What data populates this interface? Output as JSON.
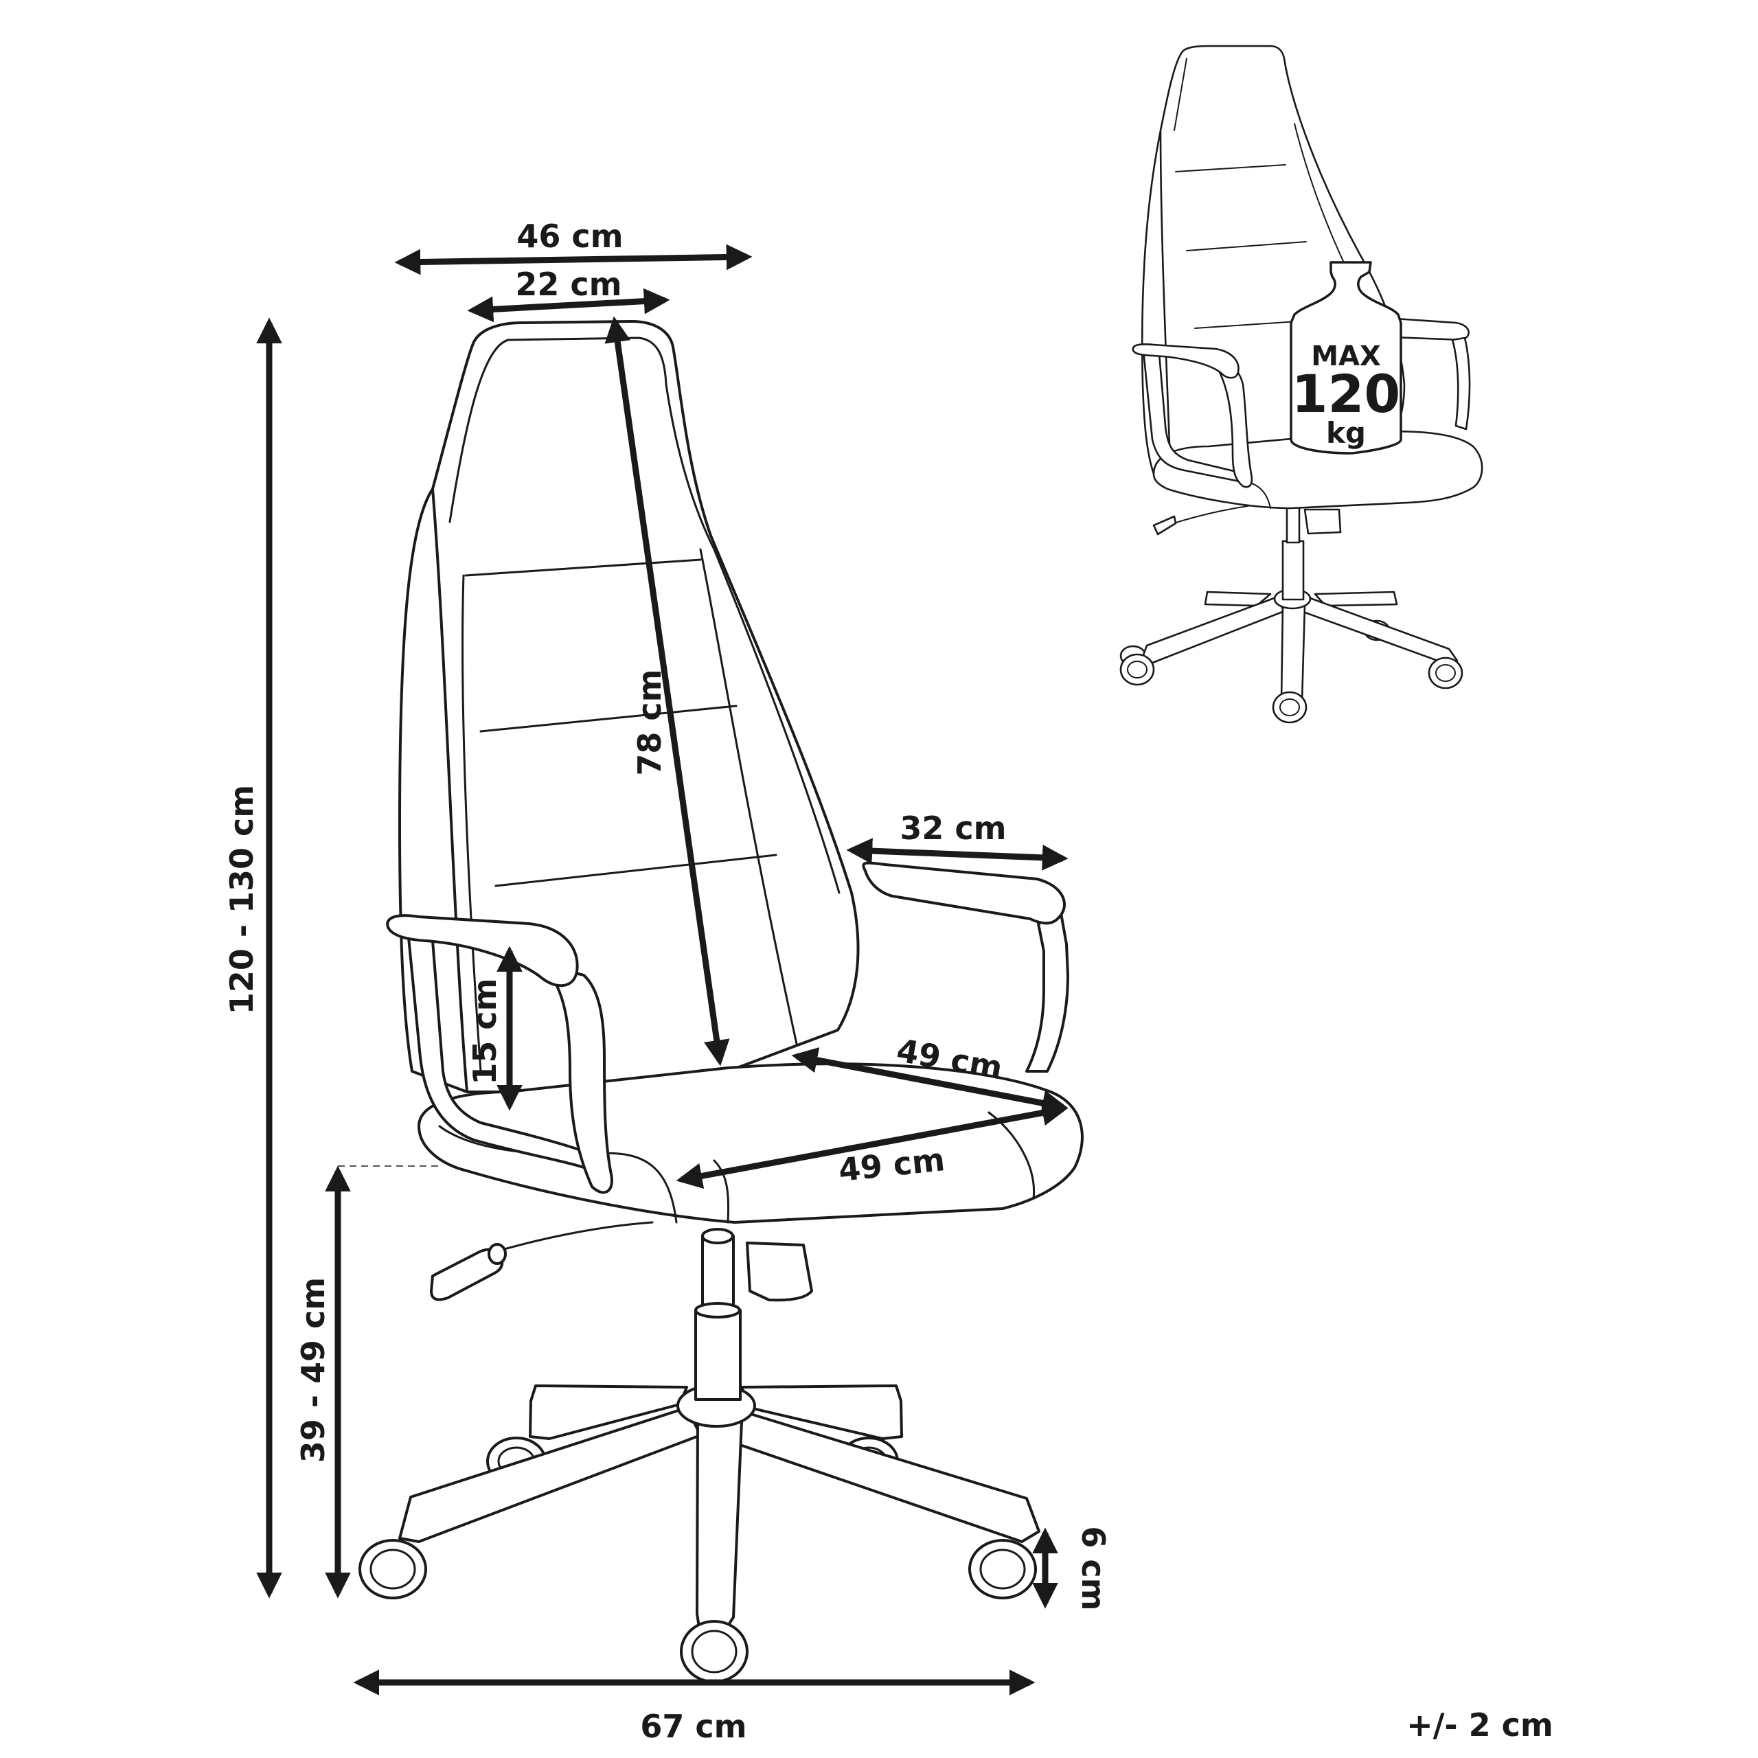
{
  "dimensions": {
    "overall_height": "120 - 130 cm",
    "back_width": "46 cm",
    "headrest_width": "22 cm",
    "backrest_height": "78 cm",
    "armrest_length": "32 cm",
    "armrest_height": "15 cm",
    "seat_depth": "49 cm",
    "seat_width": "49 cm",
    "seat_height": "39 - 49 cm",
    "caster_height": "6 cm",
    "base_width": "67 cm"
  },
  "weight_badge": {
    "line1": "MAX",
    "line2": "120",
    "line3": "kg"
  },
  "tolerance": "+/- 2 cm"
}
